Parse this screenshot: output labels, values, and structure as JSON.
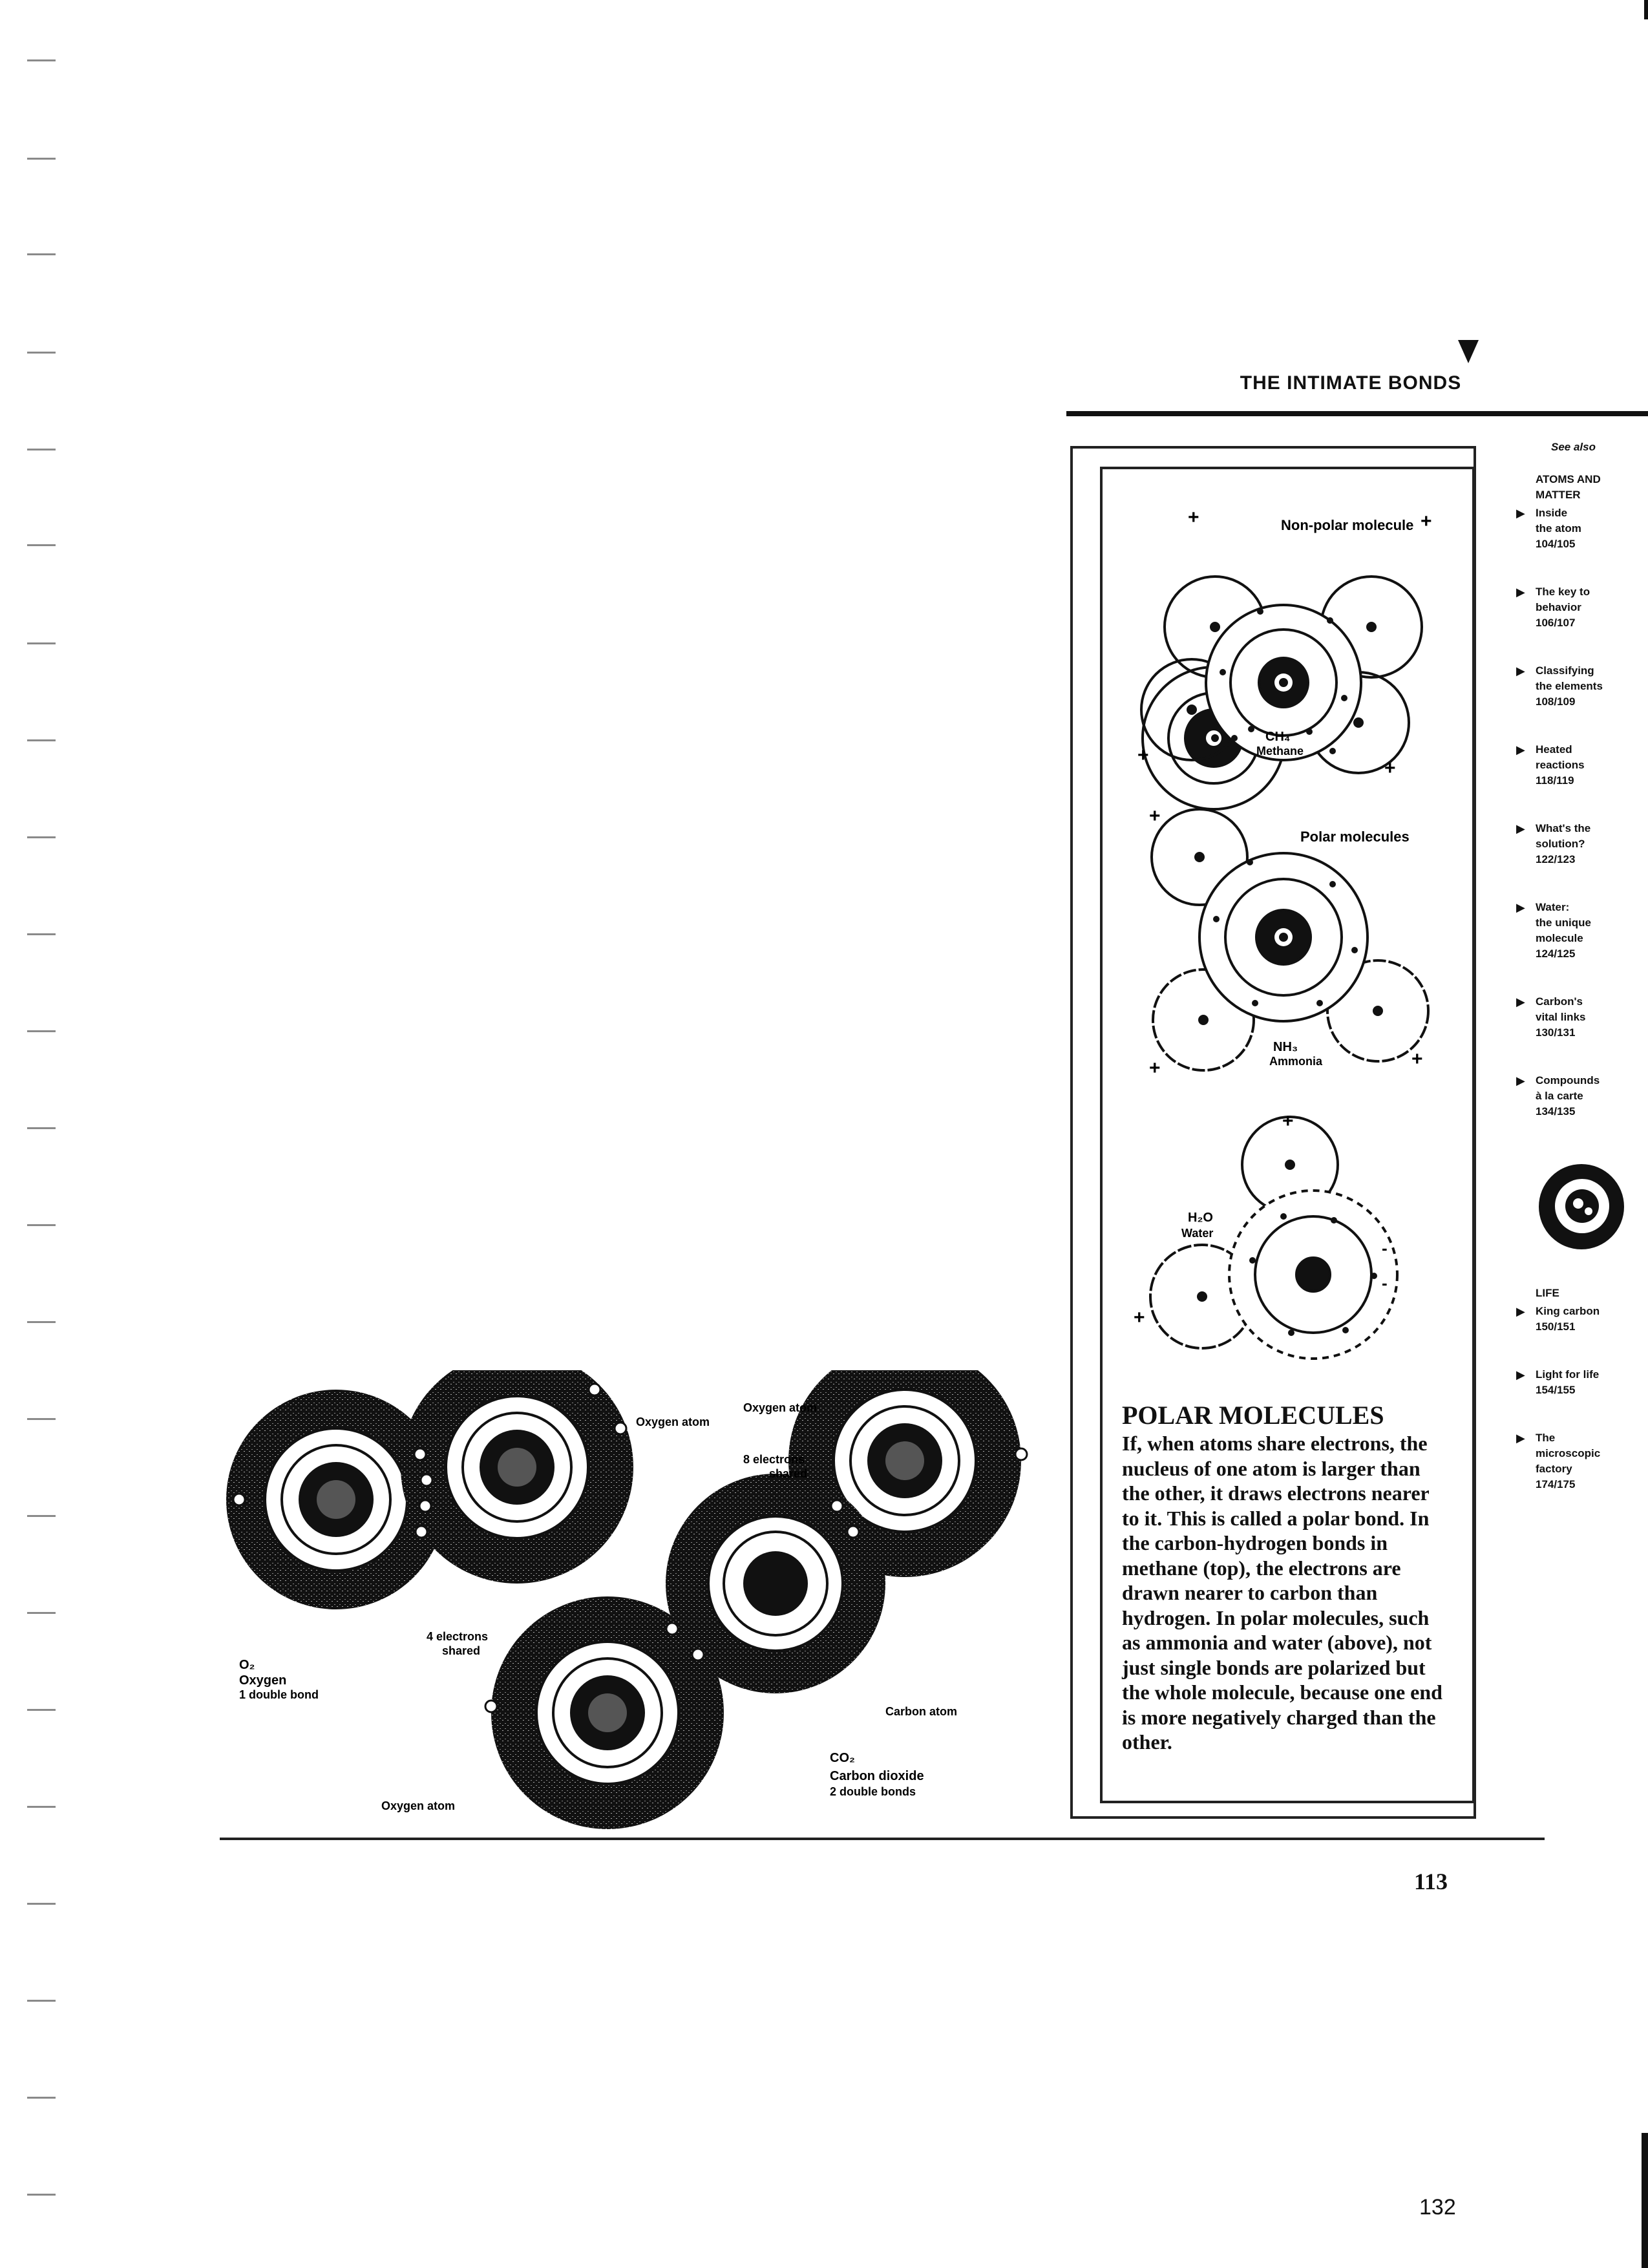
{
  "header": {
    "title": "THE INTIMATE BONDS"
  },
  "panel": {
    "nonpolar_label": "Non-polar molecule",
    "methane_formula": "CH₄",
    "methane_name": "Methane",
    "polar_label": "Polar molecules",
    "ammonia_formula": "NH₃",
    "ammonia_name": "Ammonia",
    "water_formula": "H₂O",
    "water_name": "Water",
    "plus_sign": "+",
    "minus_sign": "-",
    "polar_title": "POLAR MOLECULES",
    "polar_body": "If, when atoms share electrons, the nucleus of one atom is larger than the other, it draws electrons nearer to it. This is called a polar bond. In the carbon-hydrogen bonds in methane (top), the electrons are drawn nearer to carbon than hydrogen. In polar molecules, such as ammonia and water (above), not just single bonds are polarized but the whole molecule, because one end is more negatively charged than the other."
  },
  "sidebar": {
    "see_also": "See also",
    "section1": [
      "ATOMS AND",
      "MATTER"
    ],
    "items1": [
      {
        "lines": [
          "Inside",
          "the atom",
          "104/105"
        ]
      },
      {
        "lines": [
          "The key to",
          "behavior",
          "106/107"
        ]
      },
      {
        "lines": [
          "Classifying",
          "the elements",
          "108/109"
        ]
      },
      {
        "lines": [
          "Heated",
          "reactions",
          "118/119"
        ]
      },
      {
        "lines": [
          "What's the",
          "solution?",
          "122/123"
        ]
      },
      {
        "lines": [
          "Water:",
          "the unique",
          "molecule",
          "124/125"
        ]
      },
      {
        "lines": [
          "Carbon's",
          "vital links",
          "130/131"
        ]
      },
      {
        "lines": [
          "Compounds",
          "à la carte",
          "134/135"
        ]
      }
    ],
    "section2": [
      "LIFE"
    ],
    "items2": [
      {
        "lines": [
          "King carbon",
          "150/151"
        ]
      },
      {
        "lines": [
          "Light for life",
          "154/155"
        ]
      },
      {
        "lines": [
          "The",
          "microscopic",
          "factory",
          "174/175"
        ]
      }
    ]
  },
  "figure": {
    "o2_formula": "O₂",
    "o2_name": "Oxygen",
    "o2_bond": "1 double bond",
    "oxygen_atom": "Oxygen atom",
    "electrons_4": [
      "4 electrons",
      "shared"
    ],
    "electrons_8": [
      "8 electrons",
      "shared"
    ],
    "oxygen_atom_top": "Oxygen atom",
    "oxygen_atom_bottom": "Oxygen atom",
    "carbon_atom": "Carbon atom",
    "co2_formula": "CO₂",
    "co2_name": "Carbon dioxide",
    "co2_bonds": "2 double bonds"
  },
  "footer": {
    "page_number": "113",
    "scan_page_number": "132"
  },
  "colors": {
    "ink": "#111111",
    "paper": "#ffffff",
    "binder_marks": "#8a8a8a"
  }
}
